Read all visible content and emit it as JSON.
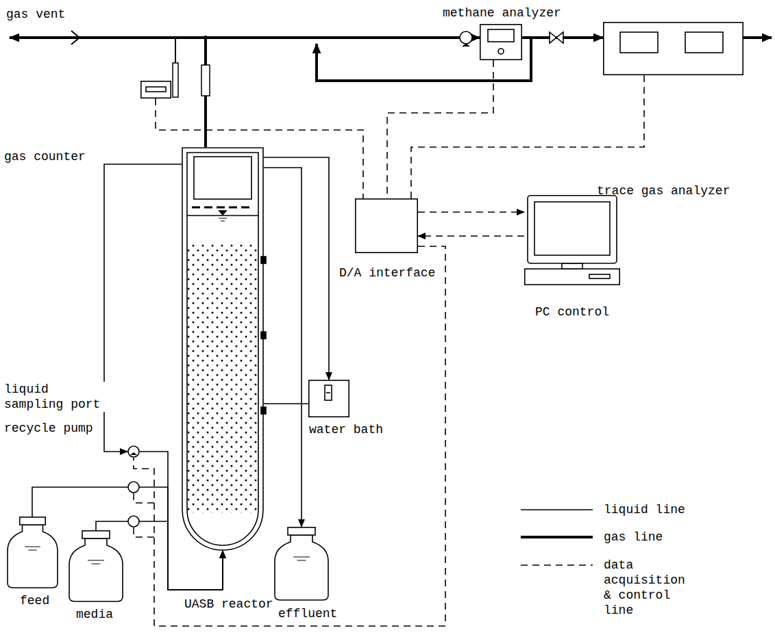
{
  "diagram": {
    "nodes": [
      {
        "text": [
          "gas counter"
        ]
      },
      {
        "text": [
          "methane analyzer"
        ]
      },
      {
        "text": [
          "trace gas analyzer"
        ]
      },
      {
        "text": [
          "D/A interface"
        ]
      },
      {
        "text": [
          "PC control"
        ]
      },
      {
        "text": [
          "UASB reactor"
        ]
      },
      {
        "text": [
          "recycle pump"
        ]
      },
      {
        "text": [
          "water bath"
        ]
      },
      {
        "text": [
          "feed"
        ]
      },
      {
        "text": [
          "media"
        ]
      },
      {
        "text": [
          "effluent"
        ]
      }
    ],
    "edges": [
      {
        "from": 5,
        "to": 1,
        "arrow": "to"
      },
      {
        "from": 1,
        "to": 2,
        "arrow": "to"
      },
      {
        "from": 0,
        "to": 3,
        "arrow": "none"
      },
      {
        "from": 1,
        "to": 3,
        "arrow": "none"
      },
      {
        "from": 2,
        "to": 3,
        "arrow": "none"
      },
      {
        "from": 3,
        "to": 4,
        "arrow": "to"
      },
      {
        "from": 4,
        "to": 3,
        "arrow": "to"
      },
      {
        "from": 3,
        "to": 6,
        "arrow": "none"
      },
      {
        "from": 5,
        "to": 6,
        "arrow": "to"
      },
      {
        "from": 6,
        "to": 5,
        "arrow": "to"
      },
      {
        "from": 8,
        "to": 5,
        "arrow": "to"
      },
      {
        "from": 9,
        "to": 5,
        "arrow": "to"
      },
      {
        "from": 5,
        "to": 7,
        "arrow": "to"
      },
      {
        "from": 7,
        "to": 5,
        "arrow": "none"
      },
      {
        "from": 5,
        "to": 10,
        "arrow": "to"
      }
    ],
    "labels": [
      "gas vent",
      "liquid sampling port"
    ],
    "legend": [
      {
        "text": "liquid line"
      },
      {
        "text": "gas line"
      },
      {
        "text": "data acquisition & control line"
      }
    ]
  }
}
